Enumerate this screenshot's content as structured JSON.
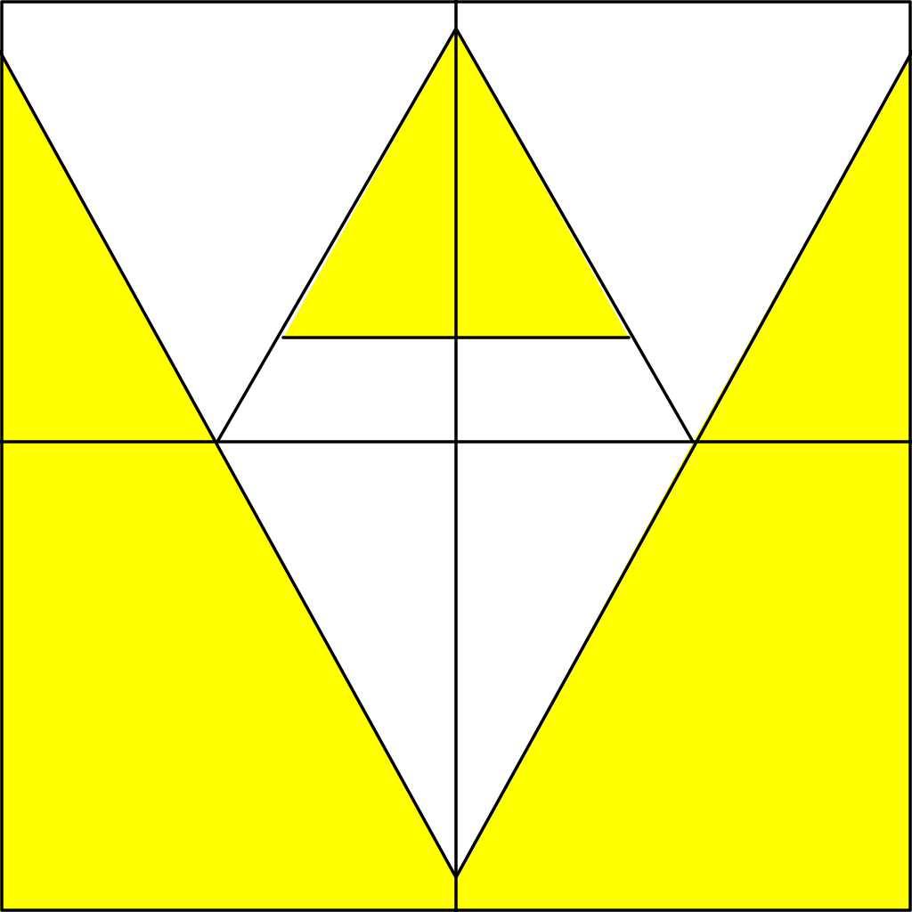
{
  "diagram": {
    "regions": [
      {
        "name": "left-upper-yellow-triangle",
        "fill": "yellow"
      },
      {
        "name": "left-lower-yellow-trapezoid",
        "fill": "yellow"
      },
      {
        "name": "right-upper-yellow-triangle",
        "fill": "yellow"
      },
      {
        "name": "right-lower-yellow-trapezoid",
        "fill": "yellow"
      },
      {
        "name": "center-top-yellow-triangle",
        "fill": "yellow"
      },
      {
        "name": "upper-left-white-region",
        "fill": "white"
      },
      {
        "name": "upper-right-white-region",
        "fill": "white"
      },
      {
        "name": "center-white-band",
        "fill": "white"
      },
      {
        "name": "center-lower-white-triangle",
        "fill": "white"
      }
    ],
    "lines": [
      "outer-frame",
      "vertical-center-line",
      "horizontal-middle-line",
      "small-horizontal-line",
      "left-outer-diagonal",
      "left-inner-diagonal",
      "right-inner-diagonal",
      "right-outer-diagonal"
    ]
  },
  "colors": {
    "yellow": "#FFFF00",
    "white": "#FFFFFF",
    "line": "#000000"
  }
}
